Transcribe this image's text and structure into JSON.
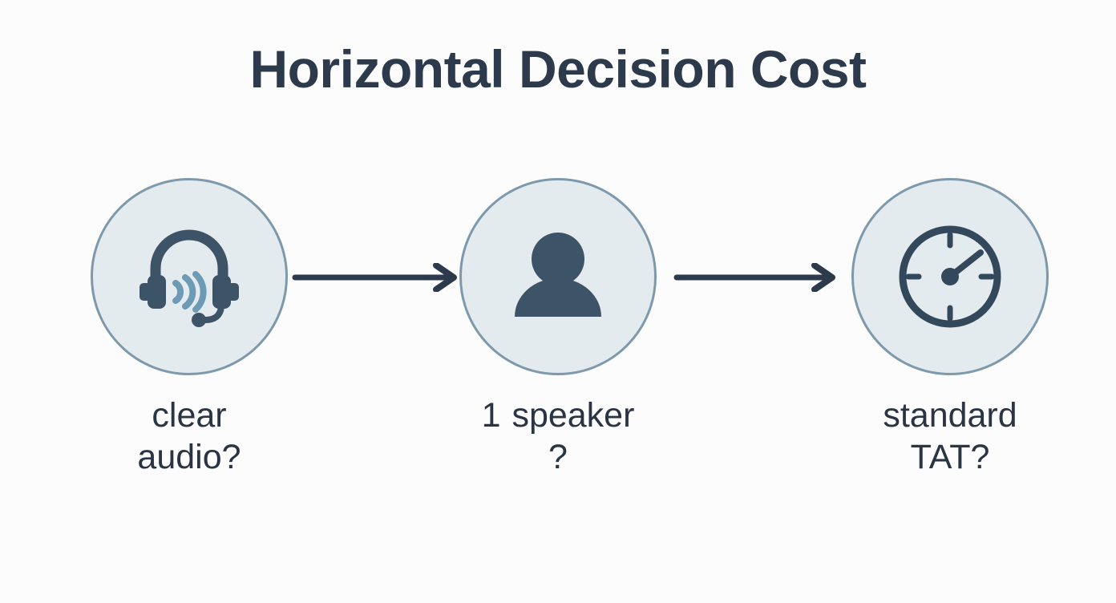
{
  "page": {
    "title": "Horizontal Decision Cost",
    "background_color": "#fcfcfd",
    "title_color": "#2d3a4b",
    "accent_circle_fill": "#e4ebee",
    "accent_circle_border": "#7d99ab",
    "icon_color": "#3d5468",
    "icon_accent_color": "#6d9ab4",
    "label_color": "#2b3443",
    "arrow_color": "#2d3a4b"
  },
  "flow": {
    "nodes": [
      {
        "id": "node-clear-audio",
        "icon": "headset-icon",
        "label": "clear audio?",
        "label_line_1": "clear",
        "label_line_2": "audio?"
      },
      {
        "id": "node-one-speaker",
        "icon": "person-icon",
        "label": "1 speaker ?",
        "label_line_1": "1 speaker",
        "label_line_2": "?"
      },
      {
        "id": "node-standard-tat",
        "icon": "clock-icon",
        "label": "standard TAT?",
        "label_line_1": "standard",
        "label_line_2": "TAT?"
      }
    ],
    "connectors": [
      {
        "id": "arrow-1",
        "icon": "arrow-right-icon",
        "from": "node-clear-audio",
        "to": "node-one-speaker"
      },
      {
        "id": "arrow-2",
        "icon": "arrow-right-icon",
        "from": "node-one-speaker",
        "to": "node-standard-tat"
      }
    ]
  }
}
